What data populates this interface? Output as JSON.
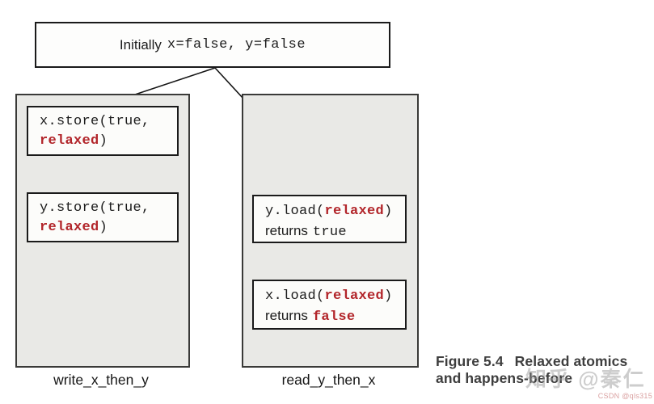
{
  "initial": {
    "label": "Initially",
    "code": "x=false, y=false"
  },
  "thread_left": {
    "label": "write_x_then_y",
    "step1": {
      "l1": "x.store(true,",
      "l2_red": "relaxed",
      "l2_end": ")"
    },
    "step2": {
      "l1": "y.store(true,",
      "l2_red": "relaxed",
      "l2_end": ")"
    }
  },
  "thread_right": {
    "label": "read_y_then_x",
    "step1": {
      "l1_pre": "y.load(",
      "l1_red": "relaxed",
      "l1_end": ")",
      "l2_word": "returns",
      "l2_code": "true"
    },
    "step2": {
      "l1_pre": "x.load(",
      "l1_red": "relaxed",
      "l1_end": ")",
      "l2_word": "returns",
      "l2_code_red": "false"
    }
  },
  "caption": {
    "figure_label": "Figure 5.4",
    "title_line1": "Relaxed atomics",
    "title_line2": "and happens-before"
  },
  "watermarks": {
    "zhihu": "知乎 @秦仁",
    "csdn": "CSDN @qls315"
  },
  "colors": {
    "highlight_red": "#b2252a",
    "panel_gray": "#e9e9e6",
    "border_dark": "#1a1a1a",
    "caption_gray": "#3e3e3e"
  }
}
